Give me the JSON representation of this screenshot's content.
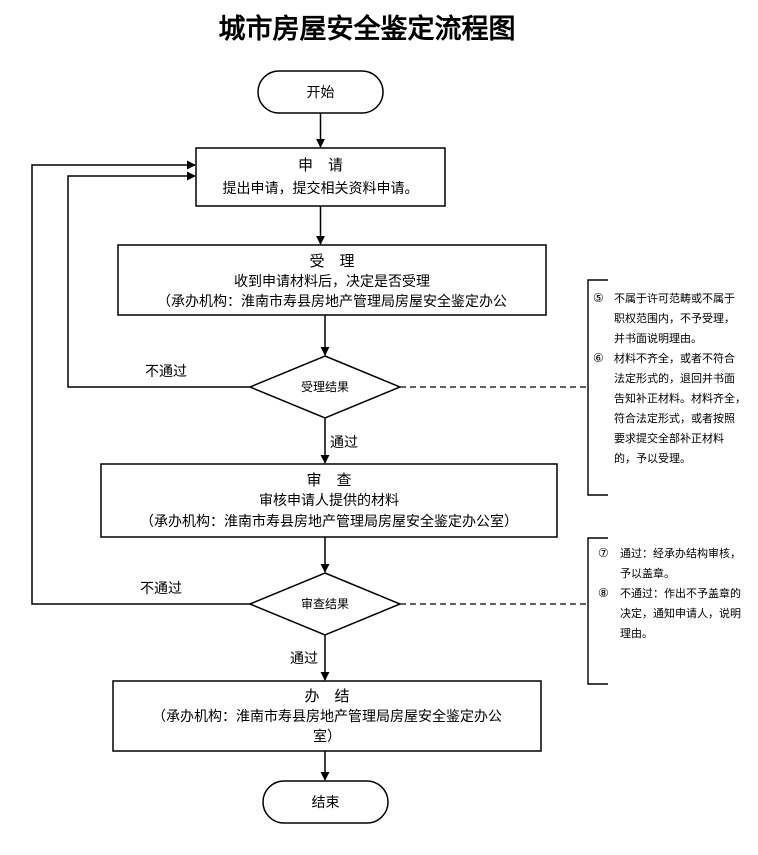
{
  "title": "城市房屋安全鉴定流程图",
  "nodes": {
    "start": {
      "label": "开始"
    },
    "apply": {
      "label": "申　请",
      "desc": "提出申请，提交相关资料申请。"
    },
    "accept": {
      "label": "受　理",
      "desc": "收到申请材料后，决定是否受理",
      "org": "（承办机构：淮南市寿县房地产管理局房屋安全鉴定办公"
    },
    "accept_result": {
      "label": "受理结果"
    },
    "review": {
      "label": "审　查",
      "desc": "审核申请人提供的材料",
      "org": "（承办机构：淮南市寿县房地产管理局房屋安全鉴定办公室）"
    },
    "review_result": {
      "label": "审查结果"
    },
    "conclude": {
      "label": "办　结",
      "org_line1": "（承办机构：淮南市寿县房地产管理局房屋安全鉴定办公",
      "org_line2": "室）"
    },
    "end": {
      "label": "结束"
    }
  },
  "edges": {
    "accept_fail": "不通过",
    "accept_pass": "通过",
    "review_fail": "不通过",
    "review_pass": "通过"
  },
  "notes": {
    "accept": [
      {
        "num": "⑤",
        "lines": [
          "不属于许可范畴或不属于",
          "职权范围内，不予受理，",
          "并书面说明理由。"
        ]
      },
      {
        "num": "⑥",
        "lines": [
          "材料不齐全，或者不符合",
          "法定形式的，退回并书面",
          "告知补正材料。材料齐全，",
          "符合法定形式，或者按照",
          "要求提交全部补正材料",
          "的，予以受理。"
        ]
      }
    ],
    "review": [
      {
        "num": "⑦",
        "lines": [
          "通过：经承办结构审核，",
          "予以盖章。"
        ]
      },
      {
        "num": "⑧",
        "lines": [
          "不通过：作出不予盖章的",
          "决定，通知申请人，说明",
          "理由。"
        ]
      }
    ]
  }
}
